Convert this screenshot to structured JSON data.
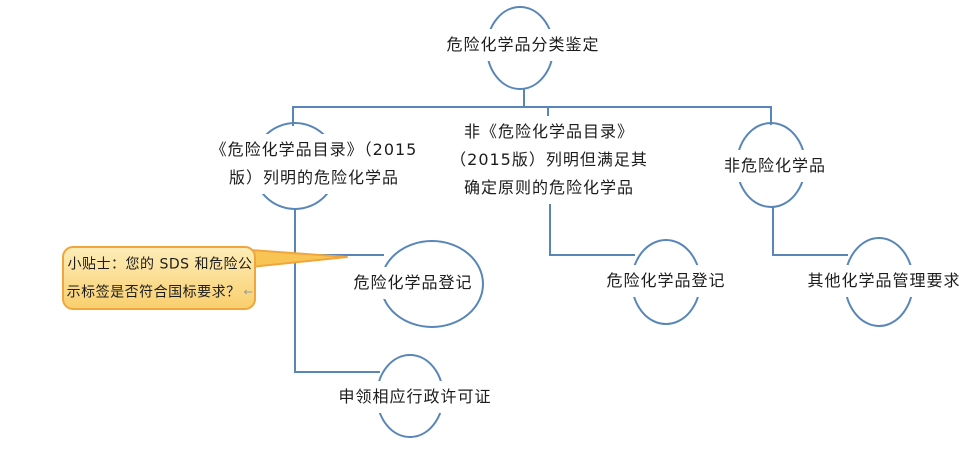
{
  "palette": {
    "line_blue": "#5886b8",
    "text_color": "#1c1c1c",
    "callout_border": "#f0a63c",
    "callout_fill_top": "#fdedb9",
    "callout_fill_bottom": "#f9cf6d",
    "callout_tail": "#f8c554"
  },
  "nodes": {
    "root": {
      "lines": [
        "危险化学品分类鉴定"
      ]
    },
    "listed": {
      "lines": [
        "《危险化学品目录》（2015",
        "版）列明的危险化学品"
      ]
    },
    "unlisted": {
      "lines": [
        "非《危险化学品目录》",
        "（2015版）列明但满足其",
        "确定原则的危险化学品"
      ]
    },
    "non_hazardous": {
      "lines": [
        "非危险化学品"
      ]
    },
    "registration_listed": {
      "lines": [
        "危险化学品登记"
      ]
    },
    "registration_unlisted": {
      "lines": [
        "危险化学品登记"
      ]
    },
    "other_requirements": {
      "lines": [
        "其他化学品管理要求"
      ]
    },
    "permit": {
      "lines": [
        "申领相应行政许可证"
      ]
    }
  },
  "callout": {
    "lines": [
      "小贴士：您的 SDS 和危险公",
      "示标签是否符合国标要求？"
    ],
    "line_break_mark": "←"
  }
}
